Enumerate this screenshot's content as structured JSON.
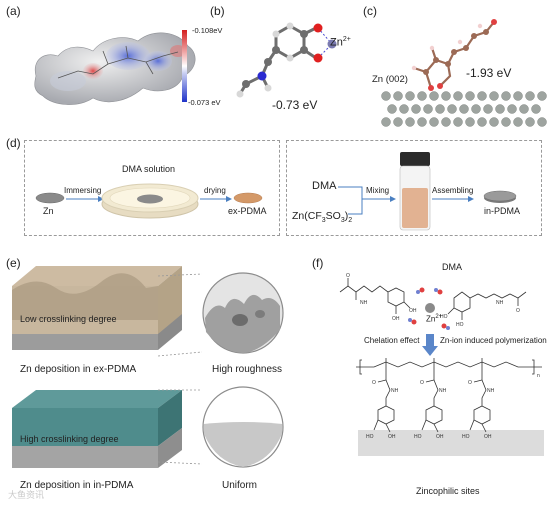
{
  "panels": {
    "a": "(a)",
    "b": "(b)",
    "c": "(c)",
    "d": "(d)",
    "e": "(e)",
    "f": "(f)"
  },
  "a": {
    "colorbar_max": "-0.108eV",
    "colorbar_min": "-0.073 eV"
  },
  "b": {
    "ion": "Zn",
    "ion_charge": "2+",
    "energy": "-0.73 eV"
  },
  "c": {
    "surface": "Zn (002)",
    "energy": "-1.93 eV"
  },
  "d": {
    "left": {
      "solution_label": "DMA solution",
      "step1": "Immersing",
      "step2": "drying",
      "start": "Zn",
      "product": "ex-PDMA"
    },
    "right": {
      "reagent1": "DMA",
      "reagent2_base": "Zn(CF",
      "reagent2_sub1": "3",
      "reagent2_mid": "SO",
      "reagent2_sub2": "3",
      "reagent2_end": ")",
      "reagent2_sub3": "2",
      "step1": "Mixing",
      "step2": "Assembling",
      "product": "in-PDMA"
    }
  },
  "e": {
    "top_block_label": "Low crosslinking degree",
    "top_caption": "Zn deposition in ex-PDMA",
    "top_zoom_caption": "High roughness",
    "bottom_block_label": "High crosslinking degree",
    "bottom_caption": "Zn deposition in in-PDMA",
    "bottom_zoom_caption": "Uniform"
  },
  "f": {
    "monomer_label": "DMA",
    "ion": "Zn",
    "ion_charge": "2+",
    "left_effect": "Chelation effect",
    "right_effect": "Zn-ion induced polymerization",
    "polymer_subscript": "n",
    "caption": "Zincophilic sites",
    "atoms": {
      "O": "O",
      "NH": "NH",
      "HO": "HO",
      "OH": "OH"
    }
  },
  "watermark": "大鱼资讯"
}
